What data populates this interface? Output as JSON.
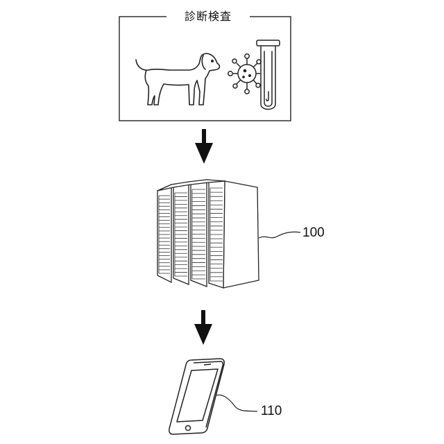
{
  "diagnosis_box": {
    "title": "診断検査",
    "icons": [
      "dog-icon",
      "virus-icon",
      "test-tube-icon"
    ]
  },
  "server": {
    "reference_number": "100",
    "icon": "server-rack-icon"
  },
  "phone": {
    "reference_number": "110",
    "icon": "smartphone-icon"
  },
  "arrows": [
    "down-arrow-icon",
    "down-arrow-icon"
  ]
}
